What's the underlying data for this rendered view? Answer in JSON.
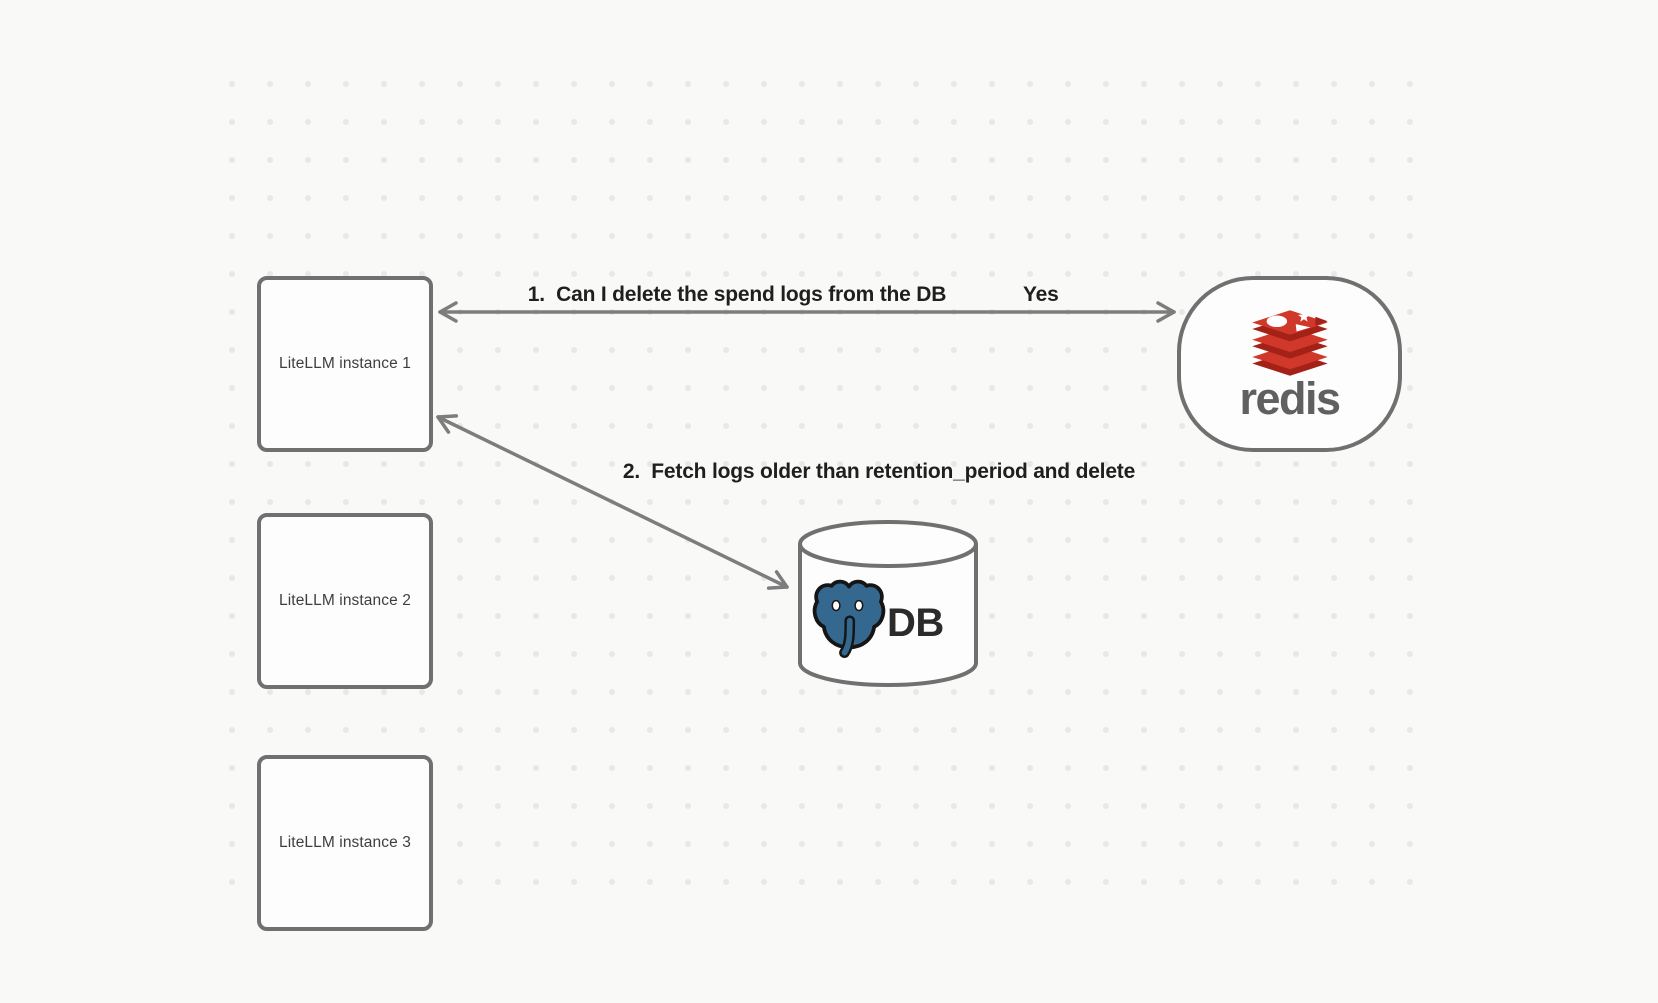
{
  "colors": {
    "background": "#f9f9f8",
    "grid_dot": "#e8e8e6",
    "node_border": "#707070",
    "node_fill": "#fdfdfd",
    "arrow": "#7d7d7d",
    "edge_label_text": "#1f1f1f",
    "node_label_text": "#3e3e3e",
    "redis_red": "#d0382a",
    "redis_dark_red": "#a32116",
    "redis_wordmark_gray": "#606060",
    "postgres_blue": "#35688f",
    "postgres_outline": "#151515",
    "db_text": "#2b2b2b"
  },
  "nodes": {
    "instance1": {
      "label": "LiteLLM instance 1"
    },
    "instance2": {
      "label": "LiteLLM instance 2"
    },
    "instance3": {
      "label": "LiteLLM instance 3"
    },
    "redis": {
      "wordmark": "redis"
    },
    "db": {
      "label": "DB"
    }
  },
  "edges": {
    "edge1": {
      "label": "1.  Can I delete the spend logs from the DB",
      "response": "Yes"
    },
    "edge2": {
      "label": "2.  Fetch logs older than retention_period and delete"
    }
  }
}
